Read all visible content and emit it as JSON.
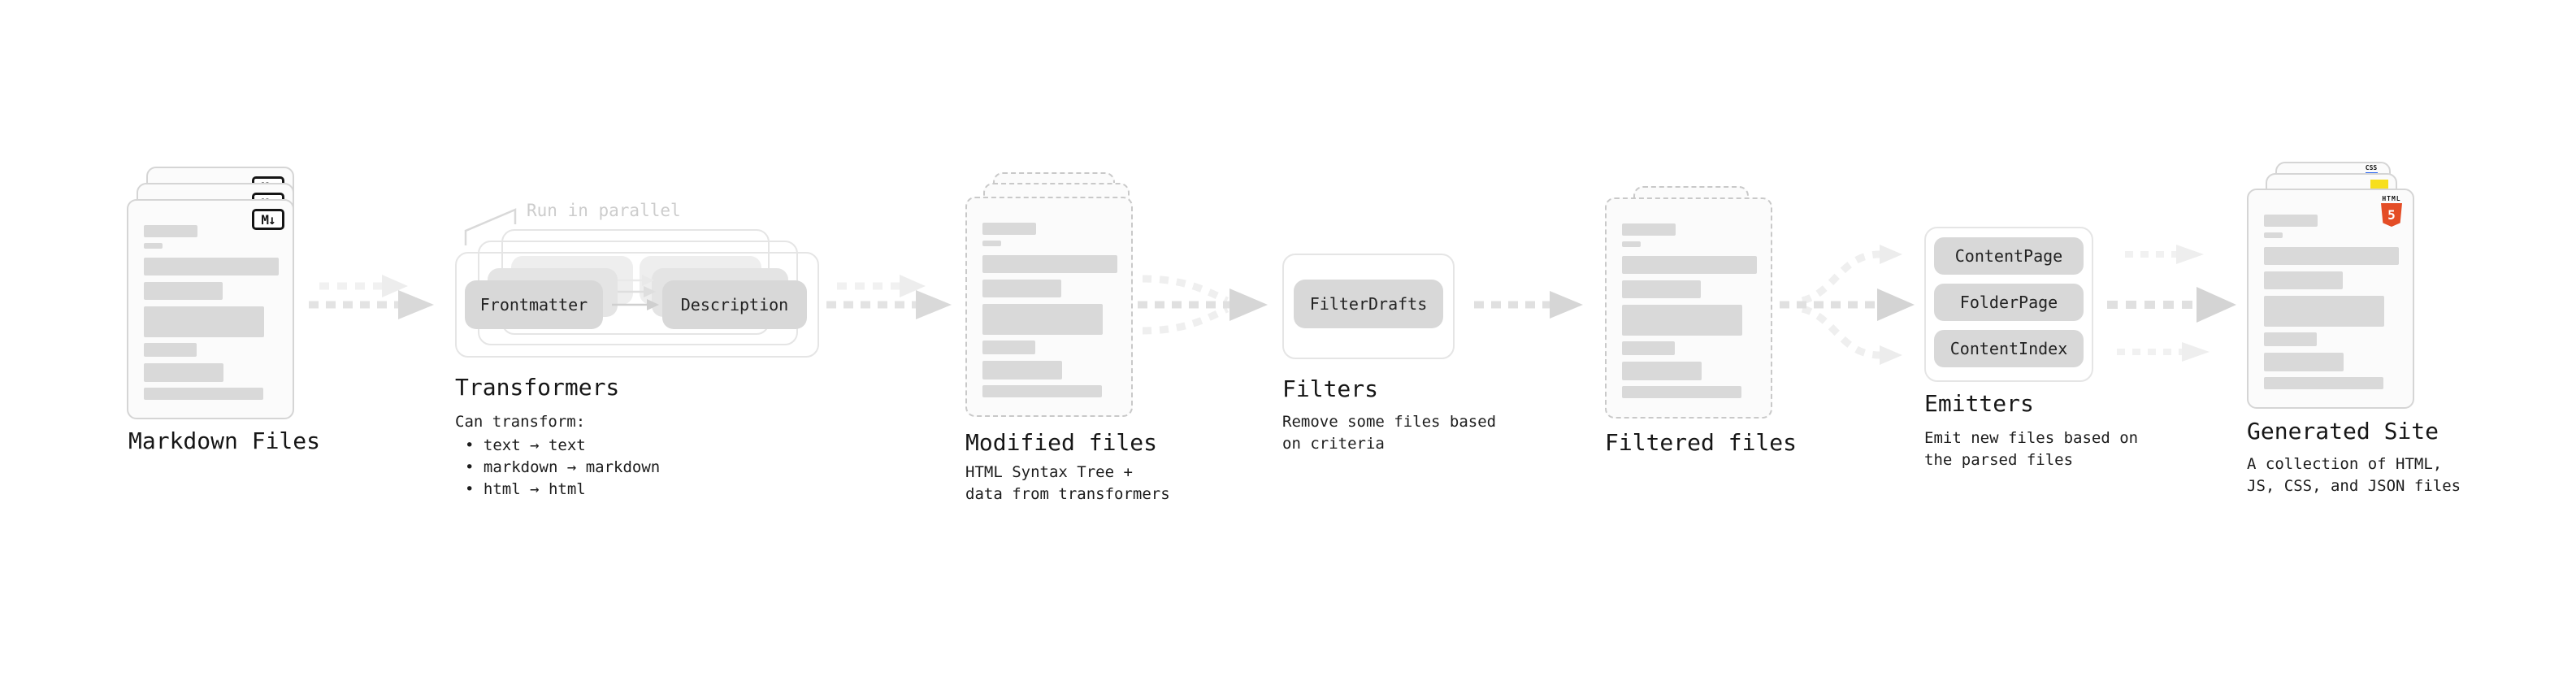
{
  "diagram": {
    "markdown_files": {
      "title": "Markdown Files",
      "badge": "M↓"
    },
    "transformers": {
      "callout": "Run in parallel",
      "chip_from": "Frontmatter",
      "chip_to": "Description",
      "title": "Transformers",
      "desc_heading": "Can transform:",
      "bullets": [
        "• text → text",
        "• markdown → markdown",
        "• html → html"
      ]
    },
    "modified_files": {
      "title": "Modified files",
      "subtitle": "HTML Syntax Tree +\ndata from transformers"
    },
    "filters": {
      "chip": "FilterDrafts",
      "title": "Filters",
      "subtitle": "Remove some files based\non criteria"
    },
    "filtered_files": {
      "title": "Filtered files"
    },
    "emitters": {
      "chips": [
        "ContentPage",
        "FolderPage",
        "ContentIndex"
      ],
      "title": "Emitters",
      "subtitle": "Emit new files based on\nthe parsed files"
    },
    "generated_site": {
      "title": "Generated Site",
      "subtitle": "A collection of HTML,\nJS, CSS, and JSON files",
      "badge_css": "CSS",
      "badge_html_word": "HTML",
      "badge_html_number": "5"
    }
  },
  "colors": {
    "html5_orange": "#e44d26",
    "js_yellow": "#f7df1e",
    "css_blue": "#2965f1",
    "placeholder_bar": "#d9d9d9",
    "chip_gray": "#d8d8d8",
    "arrow_gray": "#dedede",
    "arrow_light": "#f1f1f1",
    "text": "#1a1a1a",
    "muted": "#cccccc"
  }
}
